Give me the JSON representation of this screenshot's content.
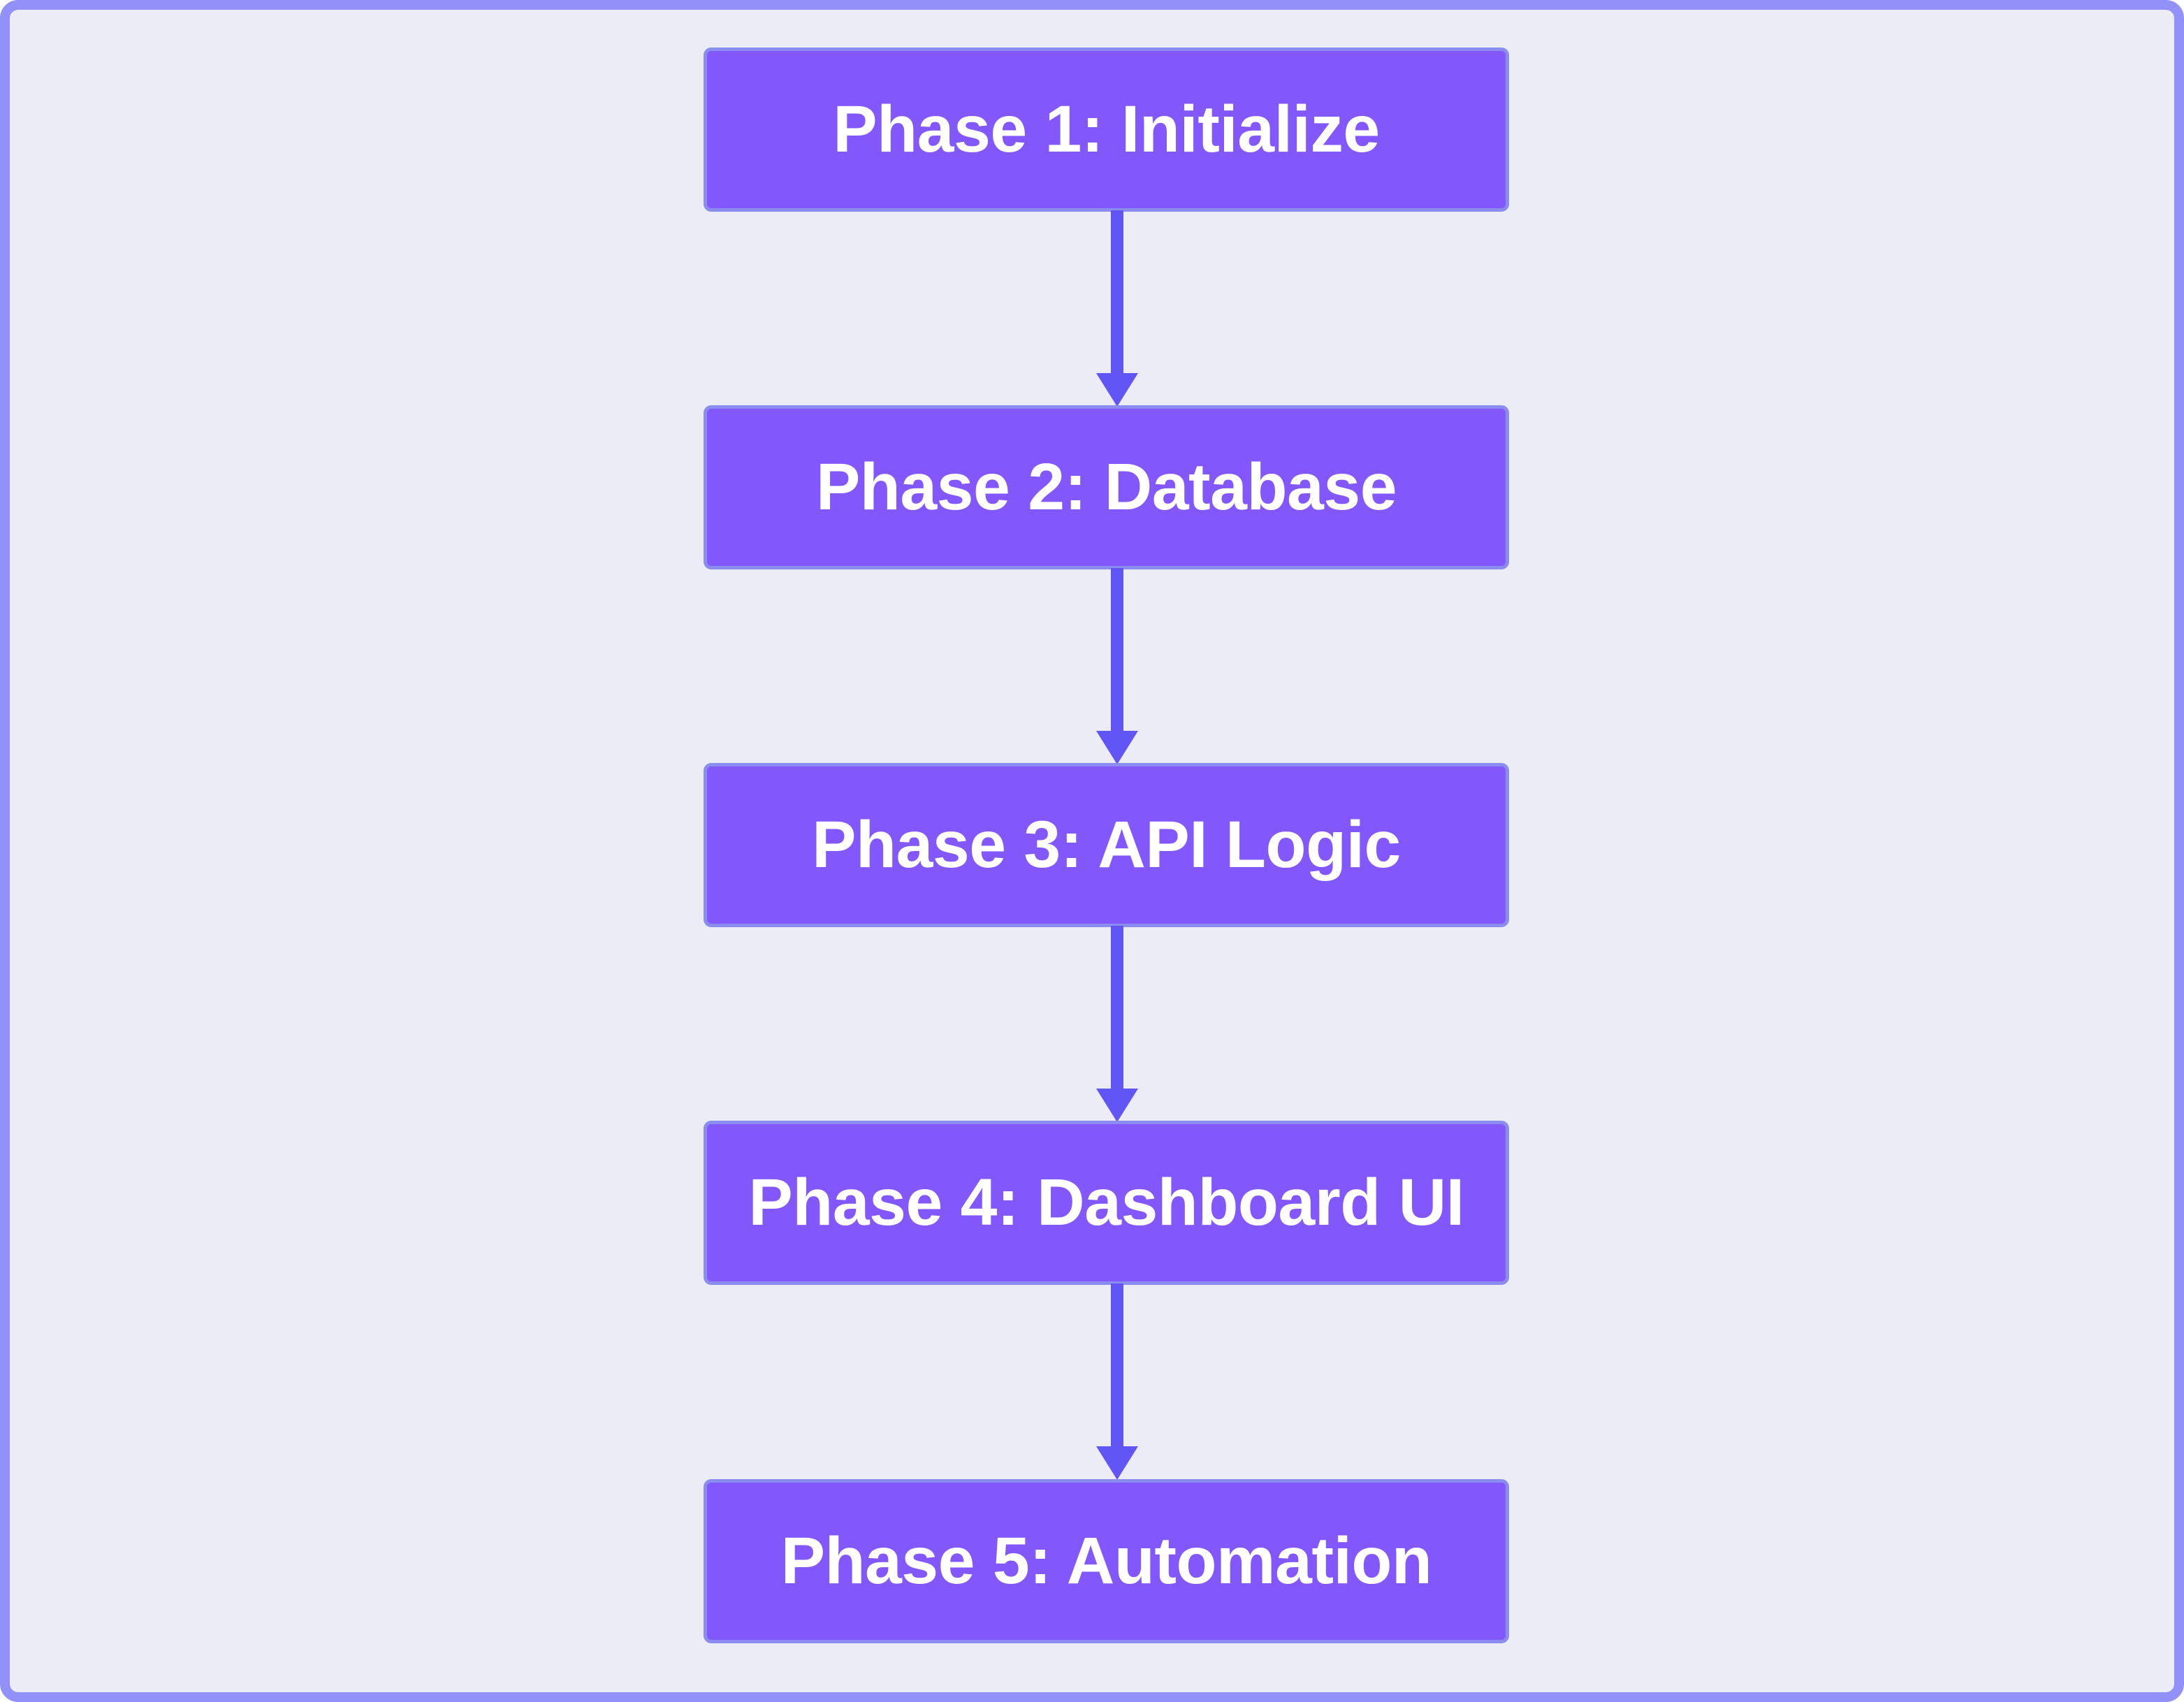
{
  "diagram": {
    "type": "flowchart",
    "orientation": "top-to-bottom",
    "title": "",
    "canvas": {
      "background_color": "#ebecf5",
      "border_color": "#9191f9"
    },
    "node_style": {
      "fill_color": "#8257fc",
      "border_color": "#8a8cf0",
      "text_color": "#ffffff"
    },
    "edge_style": {
      "color": "#6155f5",
      "arrowhead": "solid-triangle",
      "line": "solid"
    },
    "nodes": [
      {
        "id": "phase1",
        "label": "Phase 1: Initialize"
      },
      {
        "id": "phase2",
        "label": "Phase 2: Database"
      },
      {
        "id": "phase3",
        "label": "Phase 3: API Logic"
      },
      {
        "id": "phase4",
        "label": "Phase 4: Dashboard UI"
      },
      {
        "id": "phase5",
        "label": "Phase 5: Automation"
      }
    ],
    "edges": [
      {
        "id": "edge1",
        "from": "phase1",
        "to": "phase2",
        "label": ""
      },
      {
        "id": "edge2",
        "from": "phase2",
        "to": "phase3",
        "label": ""
      },
      {
        "id": "edge3",
        "from": "phase3",
        "to": "phase4",
        "label": ""
      },
      {
        "id": "edge4",
        "from": "phase4",
        "to": "phase5",
        "label": ""
      }
    ]
  }
}
